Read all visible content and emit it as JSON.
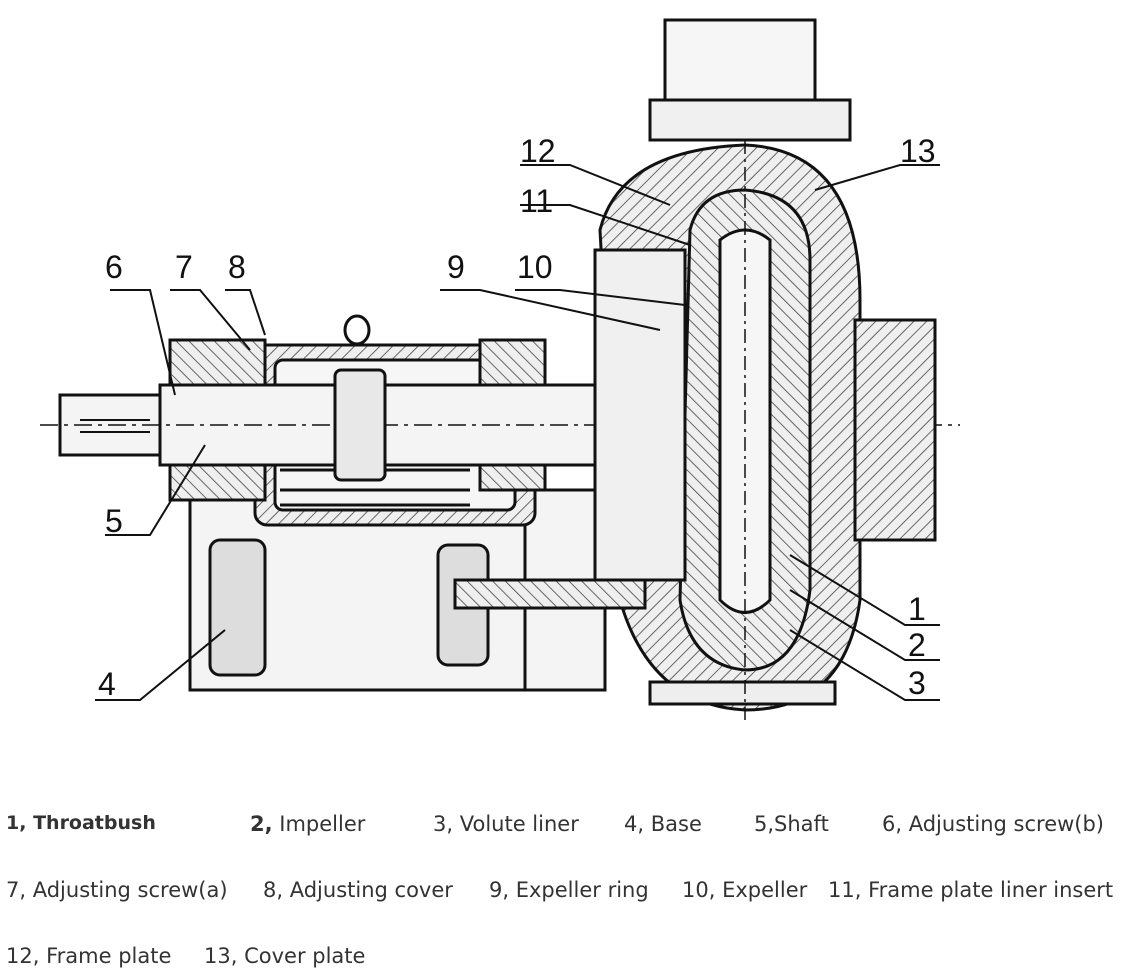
{
  "diagram": {
    "callouts": [
      "1",
      "2",
      "3",
      "4",
      "5",
      "6",
      "7",
      "8",
      "9",
      "10",
      "11",
      "12",
      "13"
    ]
  },
  "legend": {
    "items": [
      {
        "num": "1,",
        "label": "Throatbush"
      },
      {
        "num": "2,",
        "label": "Impeller"
      },
      {
        "num": "3,",
        "label": "Volute liner"
      },
      {
        "num": "4,",
        "label": "Base"
      },
      {
        "num": "5,",
        "label": "Shaft"
      },
      {
        "num": "6,",
        "label": "Adjusting screw(b)"
      },
      {
        "num": "7,",
        "label": "Adjusting screw(a)"
      },
      {
        "num": "8,",
        "label": "Adjusting cover"
      },
      {
        "num": "9,",
        "label": "Expeller ring"
      },
      {
        "num": "10,",
        "label": "Expeller"
      },
      {
        "num": "11,",
        "label": "Frame plate liner insert"
      },
      {
        "num": "12,",
        "label": "Frame plate"
      },
      {
        "num": "13,",
        "label": "Cover plate"
      }
    ]
  }
}
